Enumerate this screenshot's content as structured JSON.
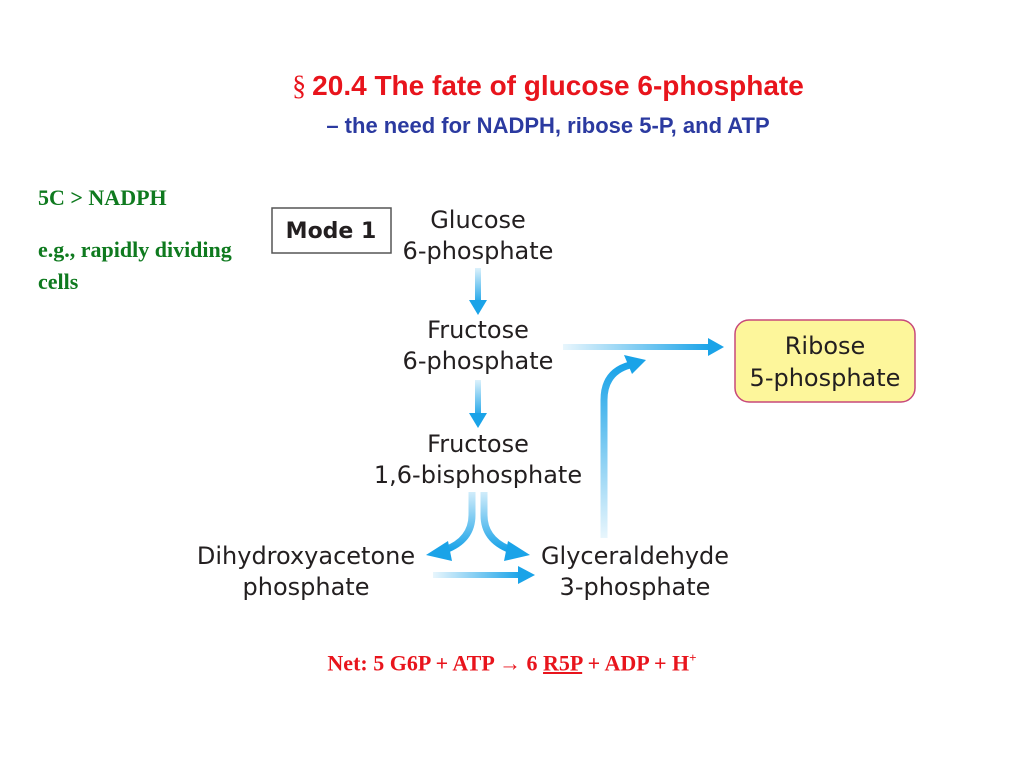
{
  "title": {
    "section_symbol": "§",
    "text": "20.4 The fate of glucose 6-phosphate"
  },
  "subtitle": "– the need for NADPH, ribose 5-P, and ATP",
  "notes": {
    "line1": "5C > NADPH",
    "line2": "e.g., rapidly dividing cells"
  },
  "diagram": {
    "mode_label": "Mode 1",
    "glucose_6p": [
      "Glucose",
      "6-phosphate"
    ],
    "fructose_6p": [
      "Fructose",
      "6-phosphate"
    ],
    "fructose_16bp": [
      "Fructose",
      "1,6-bisphosphate"
    ],
    "dhap": [
      "Dihydroxyacetone",
      "phosphate"
    ],
    "gap": [
      "Glyceraldehyde",
      "3-phosphate"
    ],
    "ribose_5p": [
      "Ribose",
      "5-phosphate"
    ]
  },
  "net": {
    "prefix": "Net: 5 G6P + ATP",
    "arrow": "→",
    "coef": " 6 ",
    "product": "R5P",
    "suffix": " + ADP + H",
    "sup": "+"
  },
  "colors": {
    "title": "#e8141c",
    "subtitle": "#2b3aa0",
    "notes": "#0f7a1f",
    "arrow": "#1aa3e8",
    "ribose_fill": "#fdf69b",
    "ribose_border": "#c7487a"
  }
}
